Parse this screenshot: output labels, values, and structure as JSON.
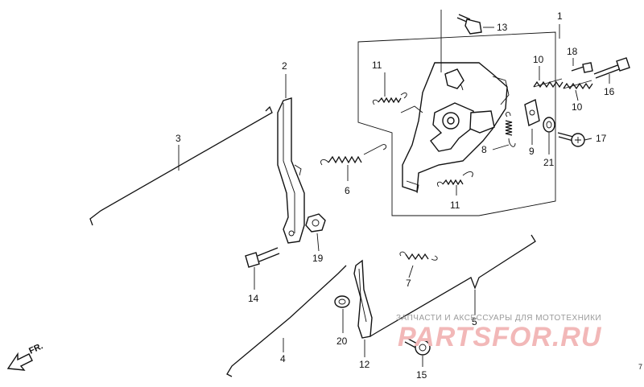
{
  "callouts": [
    {
      "id": "c1",
      "text": "1"
    },
    {
      "id": "c2",
      "text": "2"
    },
    {
      "id": "c3",
      "text": "3"
    },
    {
      "id": "c4",
      "text": "4"
    },
    {
      "id": "c5",
      "text": "5"
    },
    {
      "id": "c6",
      "text": "6"
    },
    {
      "id": "c7",
      "text": "7"
    },
    {
      "id": "c8",
      "text": "8"
    },
    {
      "id": "c9",
      "text": "9"
    },
    {
      "id": "c10a",
      "text": "10"
    },
    {
      "id": "c10b",
      "text": "10"
    },
    {
      "id": "c11a",
      "text": "11"
    },
    {
      "id": "c11b",
      "text": "11"
    },
    {
      "id": "c12",
      "text": "12"
    },
    {
      "id": "c13",
      "text": "13"
    },
    {
      "id": "c14",
      "text": "14"
    },
    {
      "id": "c15",
      "text": "15"
    },
    {
      "id": "c16",
      "text": "16"
    },
    {
      "id": "c17",
      "text": "17"
    },
    {
      "id": "c18",
      "text": "18"
    },
    {
      "id": "c19",
      "text": "19"
    },
    {
      "id": "c20",
      "text": "20"
    },
    {
      "id": "c21",
      "text": "21"
    }
  ],
  "direction_label": "FR.",
  "watermark": {
    "line1": "ЗАПЧАСТИ И АКСЕССУАРЫ ДЛЯ МОТОТЕХНИКИ",
    "line2": "PARTSFOR.RU"
  },
  "corner_code": "7"
}
